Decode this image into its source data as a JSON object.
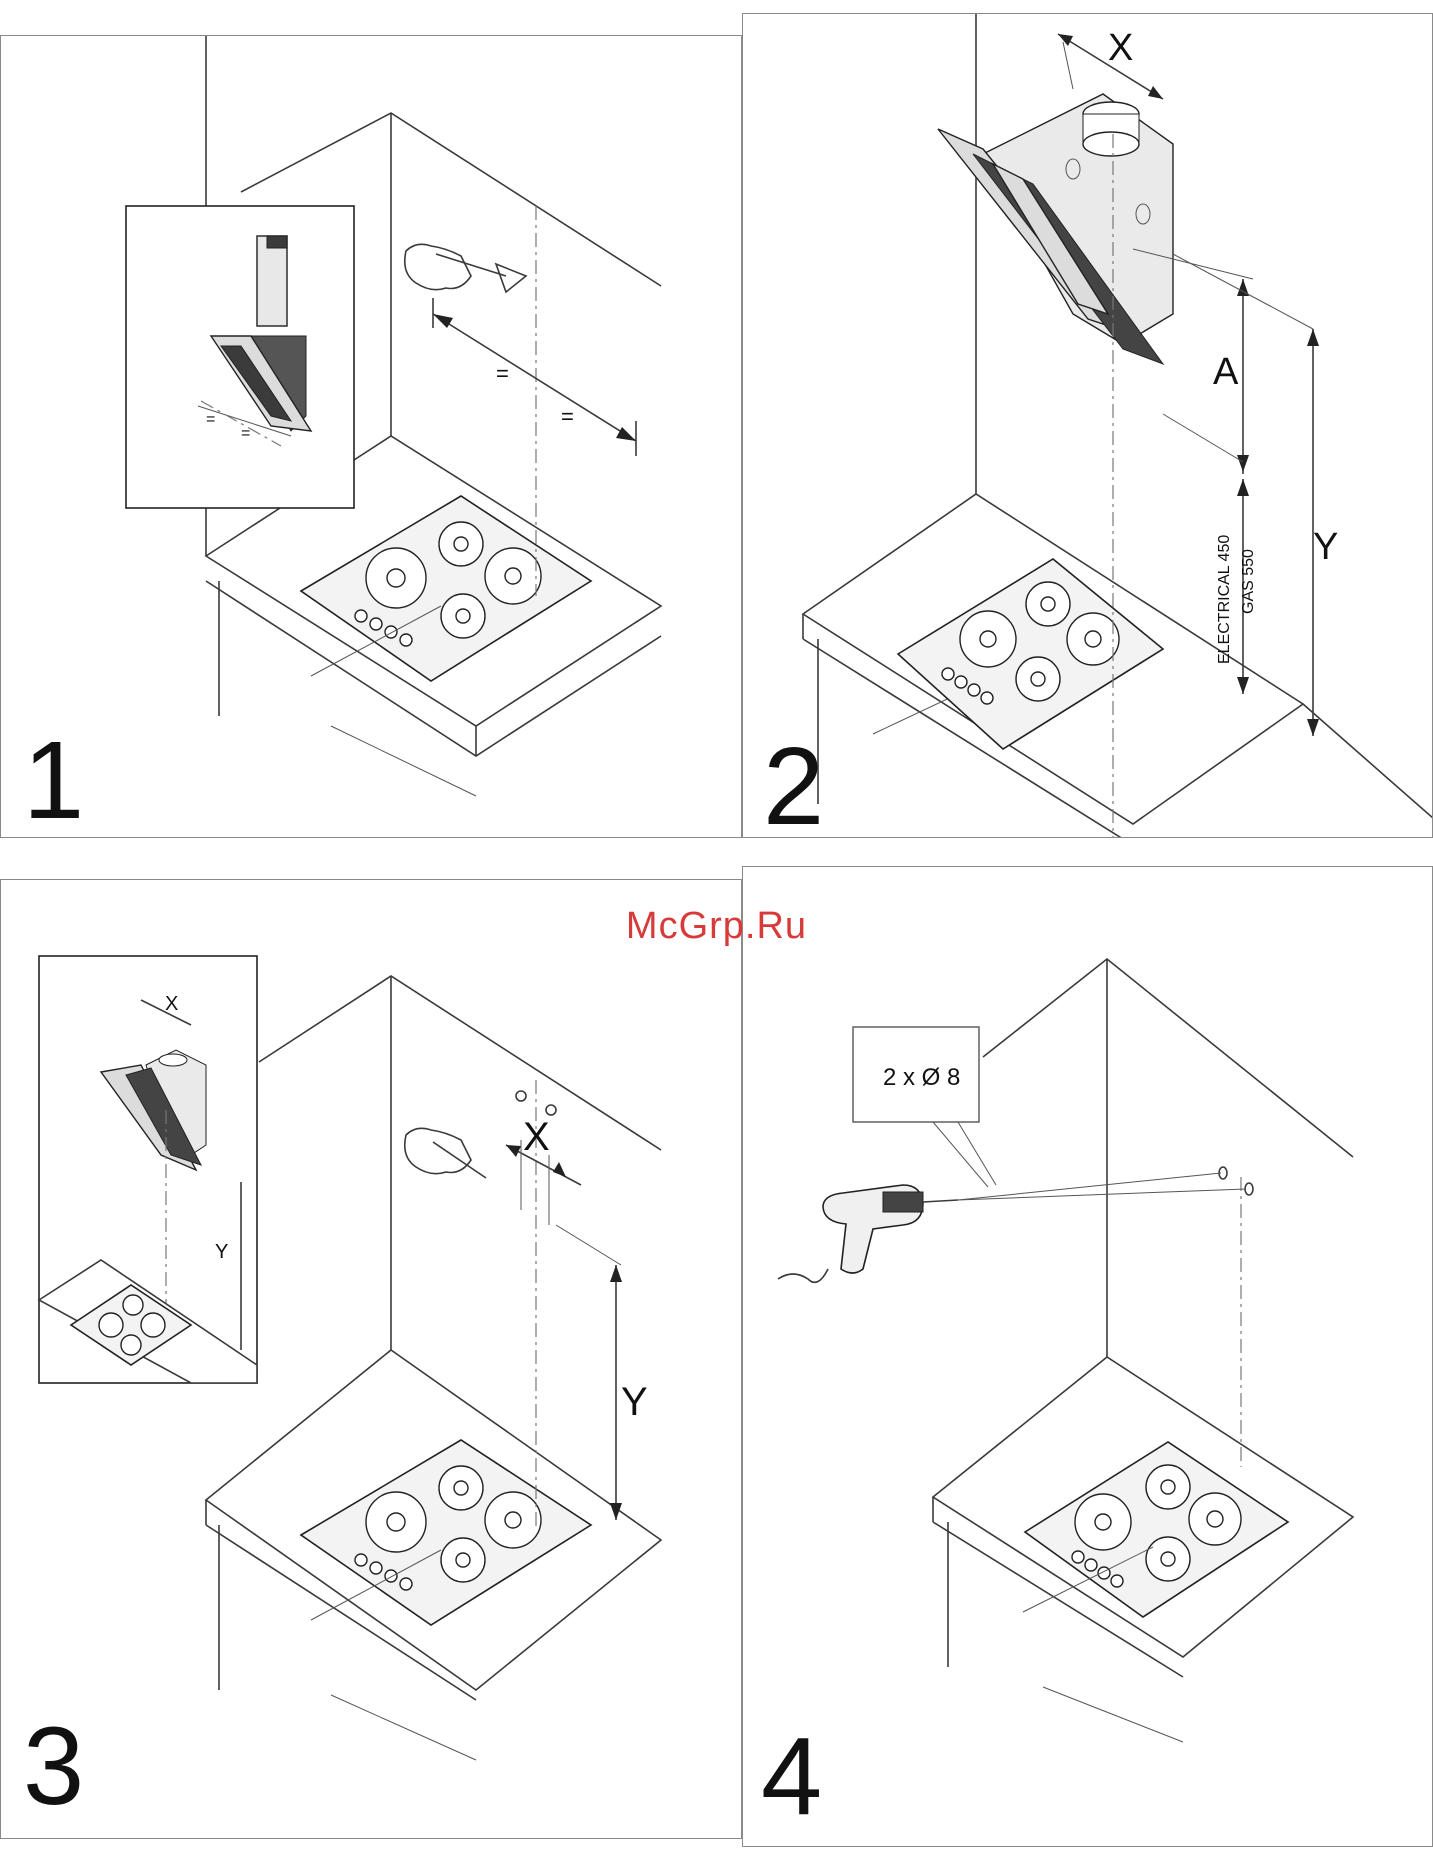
{
  "watermark": "McGrp.Ru",
  "panels": [
    {
      "number": "1"
    },
    {
      "number": "2",
      "label_x": "X",
      "label_a": "A",
      "label_y": "Y",
      "electrical": "ELECTRICAL 450",
      "gas": "GAS 550"
    },
    {
      "number": "3",
      "label_x": "X",
      "label_y": "Y",
      "inset_x": "X",
      "inset_y": "Y"
    },
    {
      "number": "4",
      "callout": "2 x Ø 8"
    }
  ]
}
